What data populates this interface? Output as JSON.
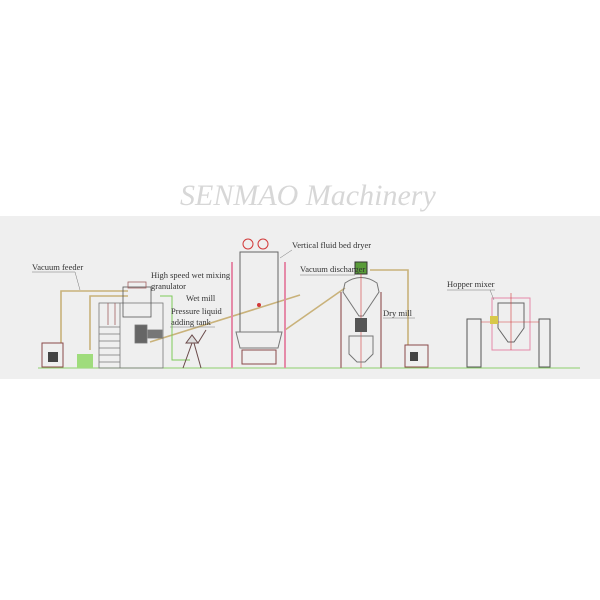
{
  "labels": {
    "vacuum_feeder": "Vacuum feeder",
    "granulator_line1": "High speed wet mixing",
    "granulator_line2": "granulator",
    "wet_mill": "Wet mill",
    "liquid_tank_line1": "Pressure liquid",
    "liquid_tank_line2": "adding tank",
    "fluid_bed_dryer": "Vertical fluid bed dryer",
    "vacuum_discharger": "Vacuum discharger",
    "dry_mill": "Dry mill",
    "hopper_mixer": "Hopper mixer"
  },
  "watermark": "SENMAO Machinery",
  "colors": {
    "pipe": "#c9b27a",
    "green": "#7ecb5a",
    "frame": "#8a4a4a",
    "pink": "#e58aa8",
    "red": "#d23a3a",
    "line": "#555555"
  }
}
